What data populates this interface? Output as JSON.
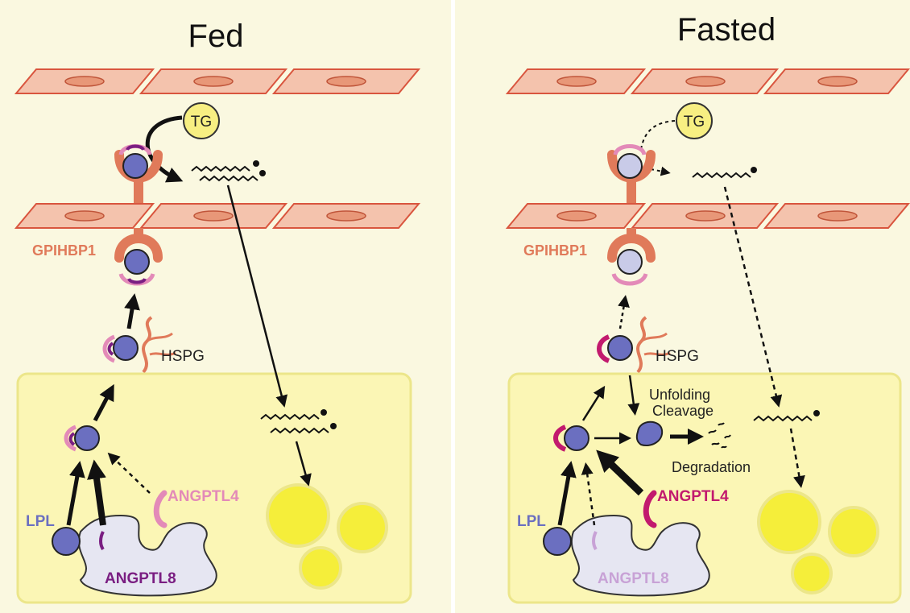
{
  "panels": {
    "fed": {
      "title": "Fed",
      "tg": "TG",
      "gpihbp1": "GPIHBP1",
      "hspg": "HSPG",
      "lpl": "LPL",
      "angptl4": "ANGPTL4",
      "angptl8": "ANGPTL8"
    },
    "fasted": {
      "title": "Fasted",
      "tg": "TG",
      "gpihbp1": "GPIHBP1",
      "hspg": "HSPG",
      "lpl": "LPL",
      "angptl4": "ANGPTL4",
      "angptl8": "ANGPTL8",
      "unfolding": "Unfolding",
      "cleavage": "Cleavage",
      "degradation": "Degradation"
    }
  },
  "colors": {
    "endothelial_fill": "#f4c3ad",
    "endothelial_stroke": "#d9553e",
    "nucleus": "#e89778",
    "gpihbp1": "#e07a5a",
    "lpl_active": "#6b6fc0",
    "lpl_inactive": "#c9cbe8",
    "angptl4_fed": "#e38ab8",
    "angptl4_fasted": "#c21a6e",
    "angptl8_fed": "#7a1e82",
    "angptl8_fasted": "#c8a2d6",
    "tg": "#f7ef82",
    "adipocyte_bg": "#fbf6b5",
    "lipid_droplet": "#f5ee3a",
    "er": "#e6e6f2"
  }
}
